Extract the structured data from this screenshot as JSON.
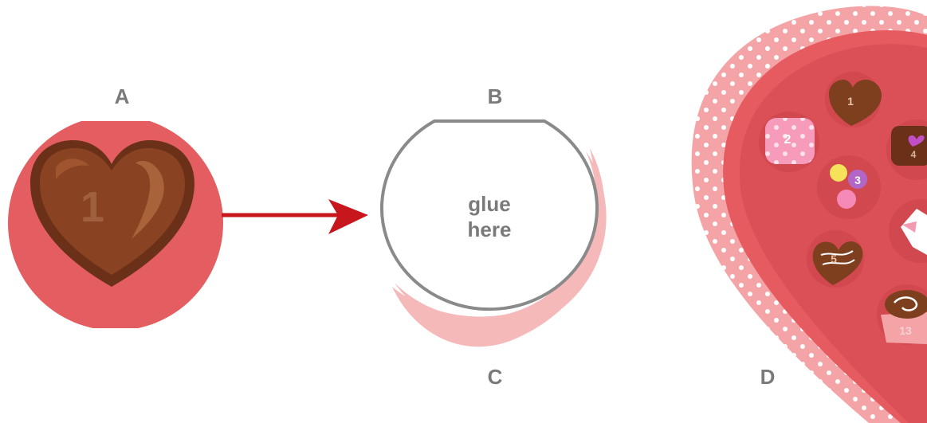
{
  "labels": {
    "a": "A",
    "b": "B",
    "c": "C",
    "d": "D"
  },
  "piece_a": {
    "number": "1"
  },
  "glue_spot": {
    "line1": "glue",
    "line2": "here"
  },
  "box": {
    "candies": [
      {
        "number": "1",
        "kind": "chocolate-heart"
      },
      {
        "number": "2",
        "kind": "sprinkle-square"
      },
      {
        "number": "3",
        "kind": "candy-hearts"
      },
      {
        "number": "4",
        "kind": "chocolate-square-heart"
      },
      {
        "number": "5",
        "kind": "drizzle-heart"
      },
      {
        "number": "13",
        "kind": "swirl-truffle"
      }
    ]
  },
  "colors": {
    "red_circle": "#e35d61",
    "chocolate": "#7e3f1f",
    "chocolate_light": "#a85f38",
    "arrow": "#c8161d",
    "outline_gray": "#8a8a8a",
    "shadow_pink": "#f6b9ba",
    "lace_pink": "#f4a4a7",
    "box_red": "#e55b60"
  }
}
